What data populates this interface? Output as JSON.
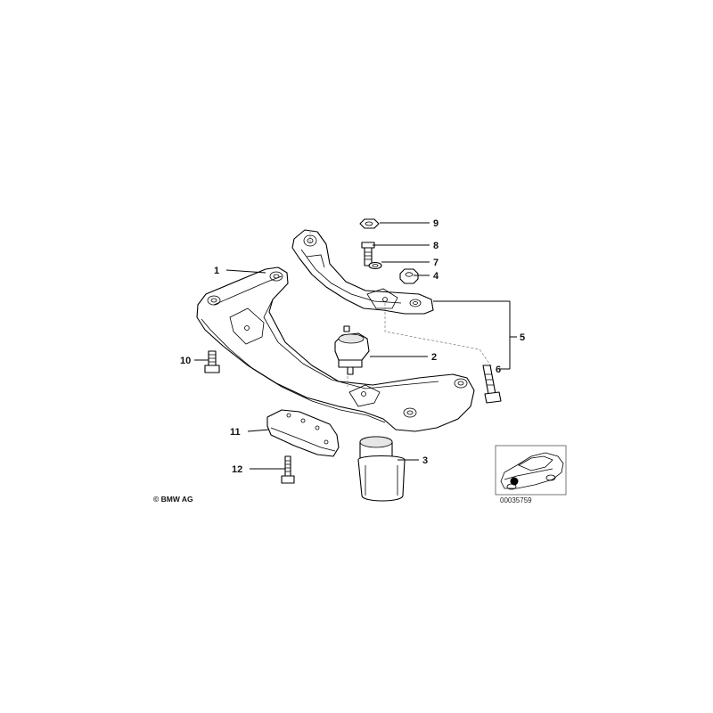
{
  "callouts": [
    "1",
    "2",
    "3",
    "4",
    "5",
    "6",
    "7",
    "8",
    "9",
    "10",
    "11",
    "12"
  ],
  "copyright": "© BMW AG",
  "diagram_number": "00035759",
  "colors": {
    "line": "#000000",
    "background": "#ffffff"
  }
}
